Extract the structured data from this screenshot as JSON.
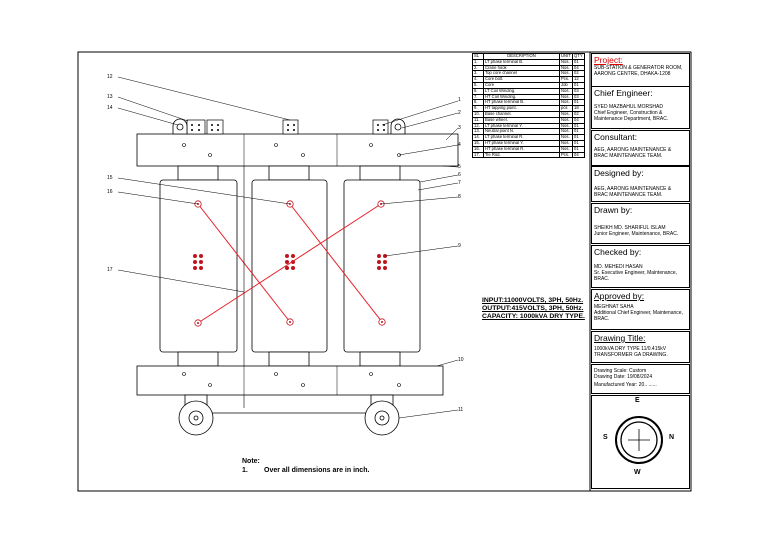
{
  "bom": {
    "headers": [
      "SL",
      "DESCRIPTION",
      "UNIT",
      "QTY"
    ],
    "rows": [
      [
        "1.",
        "LT phase terminal B.",
        "Nos.",
        "01"
      ],
      [
        "2.",
        "Crane hook",
        "Nos.",
        "04"
      ],
      [
        "3.",
        "Top core channel",
        "Nos.",
        "02"
      ],
      [
        "4.",
        "Core bolt.",
        "Pcs.",
        "12"
      ],
      [
        "5.",
        "Core",
        "Job",
        "01"
      ],
      [
        "6.",
        "LT Coil Winding.",
        "Nos.",
        "03"
      ],
      [
        "7.",
        "HT Coil Winding.",
        "Nos.",
        "03"
      ],
      [
        "8.",
        "HT phase terminal B.",
        "Nos.",
        "01"
      ],
      [
        "9.",
        "HT tapping point.",
        "pcs",
        "18"
      ],
      [
        "10.",
        "Base channel.",
        "Nos.",
        "02"
      ],
      [
        "11.",
        "Base wheel.",
        "Nos.",
        "04"
      ],
      [
        "12.",
        "LT phase terminal Y.",
        "Nos.",
        "01"
      ],
      [
        "13.",
        "Neutral point N.",
        "Nos.",
        "01"
      ],
      [
        "14.",
        "LT phase terminal R.",
        "Nos.",
        "01"
      ],
      [
        "15.",
        "HT phase terminal Y.",
        "Nos.",
        "01"
      ],
      [
        "16.",
        "HT phase terminal R.",
        "Nos.",
        "01"
      ],
      [
        "17.",
        "Tie Rod.",
        "Pcs.",
        "04"
      ]
    ]
  },
  "spec": {
    "input": "INPUT:11000VOLTS, 3PH, 50Hz.",
    "output": "OUTPUT:415VOLTS, 3PH, 50Hz.",
    "capacity": "CAPACITY: 1000kVA DRY TYPE."
  },
  "note": {
    "title": "Note:",
    "item_number": "1.",
    "item_text": "Over all dimensions are in inch."
  },
  "callouts": [
    "1",
    "2",
    "3",
    "4",
    "5",
    "6",
    "7",
    "8",
    "9",
    "10",
    "11",
    "12",
    "13",
    "14",
    "15",
    "16",
    "17"
  ],
  "title_block": {
    "project": {
      "heading": "Project:",
      "lines": [
        "SUB-STATION & GENERATOR ROOM,",
        "AARONG CENTRE, DHAKA-1208"
      ]
    },
    "chief_engineer": {
      "heading": "Chief Engineer:",
      "lines": [
        "SYED MAZBAHUL MORSHAD",
        "Chief Engineer, Construction &",
        "Maintenance Department, BRAC."
      ]
    },
    "consultant": {
      "heading": "Consultant:",
      "lines": [
        "AEG, AARONG MAINTENANCE &",
        "BRAC MAINTENANCE TEAM."
      ]
    },
    "designed_by": {
      "heading": "Designed by:",
      "lines": [
        "AEG, AARONG MAINTENANCE &",
        "BRAC MAINTENANCE TEAM."
      ]
    },
    "drawn_by": {
      "heading": "Drawn by:",
      "lines": [
        "SHEIKH MD. SHARIFUL ISLAM",
        "Junior Engineer, Maintenance, BRAC."
      ]
    },
    "checked_by": {
      "heading": "Checked by:",
      "lines": [
        "MD. MEHEDI HASAN",
        "Sr. Executive Engineer, Maintenance,",
        "BRAC."
      ]
    },
    "approved_by": {
      "heading": "Approved by:",
      "lines": [
        "MEGHNAT SAHA",
        "Additional Chief Engineer, Maintenance,",
        "BRAC."
      ]
    },
    "drawing_title": {
      "heading": "Drawing Title:",
      "lines": [
        "1000kVA DRY TYPE 11/0.415kV",
        "TRANSFORMER GA DRAWING."
      ]
    },
    "drawing_info": {
      "lines": [
        "Drawing Scale: Custom",
        "Drawing Date: 19/08/2024",
        "Manufactured Year: 20..  ......"
      ]
    }
  },
  "compass": {
    "top": "E",
    "bottom": "W",
    "left": "S",
    "right": "N"
  },
  "colors": {
    "line": "#000000",
    "wiring": "#e8202a",
    "terminal_red": "#c0141c",
    "title_red": "#dd0000"
  }
}
